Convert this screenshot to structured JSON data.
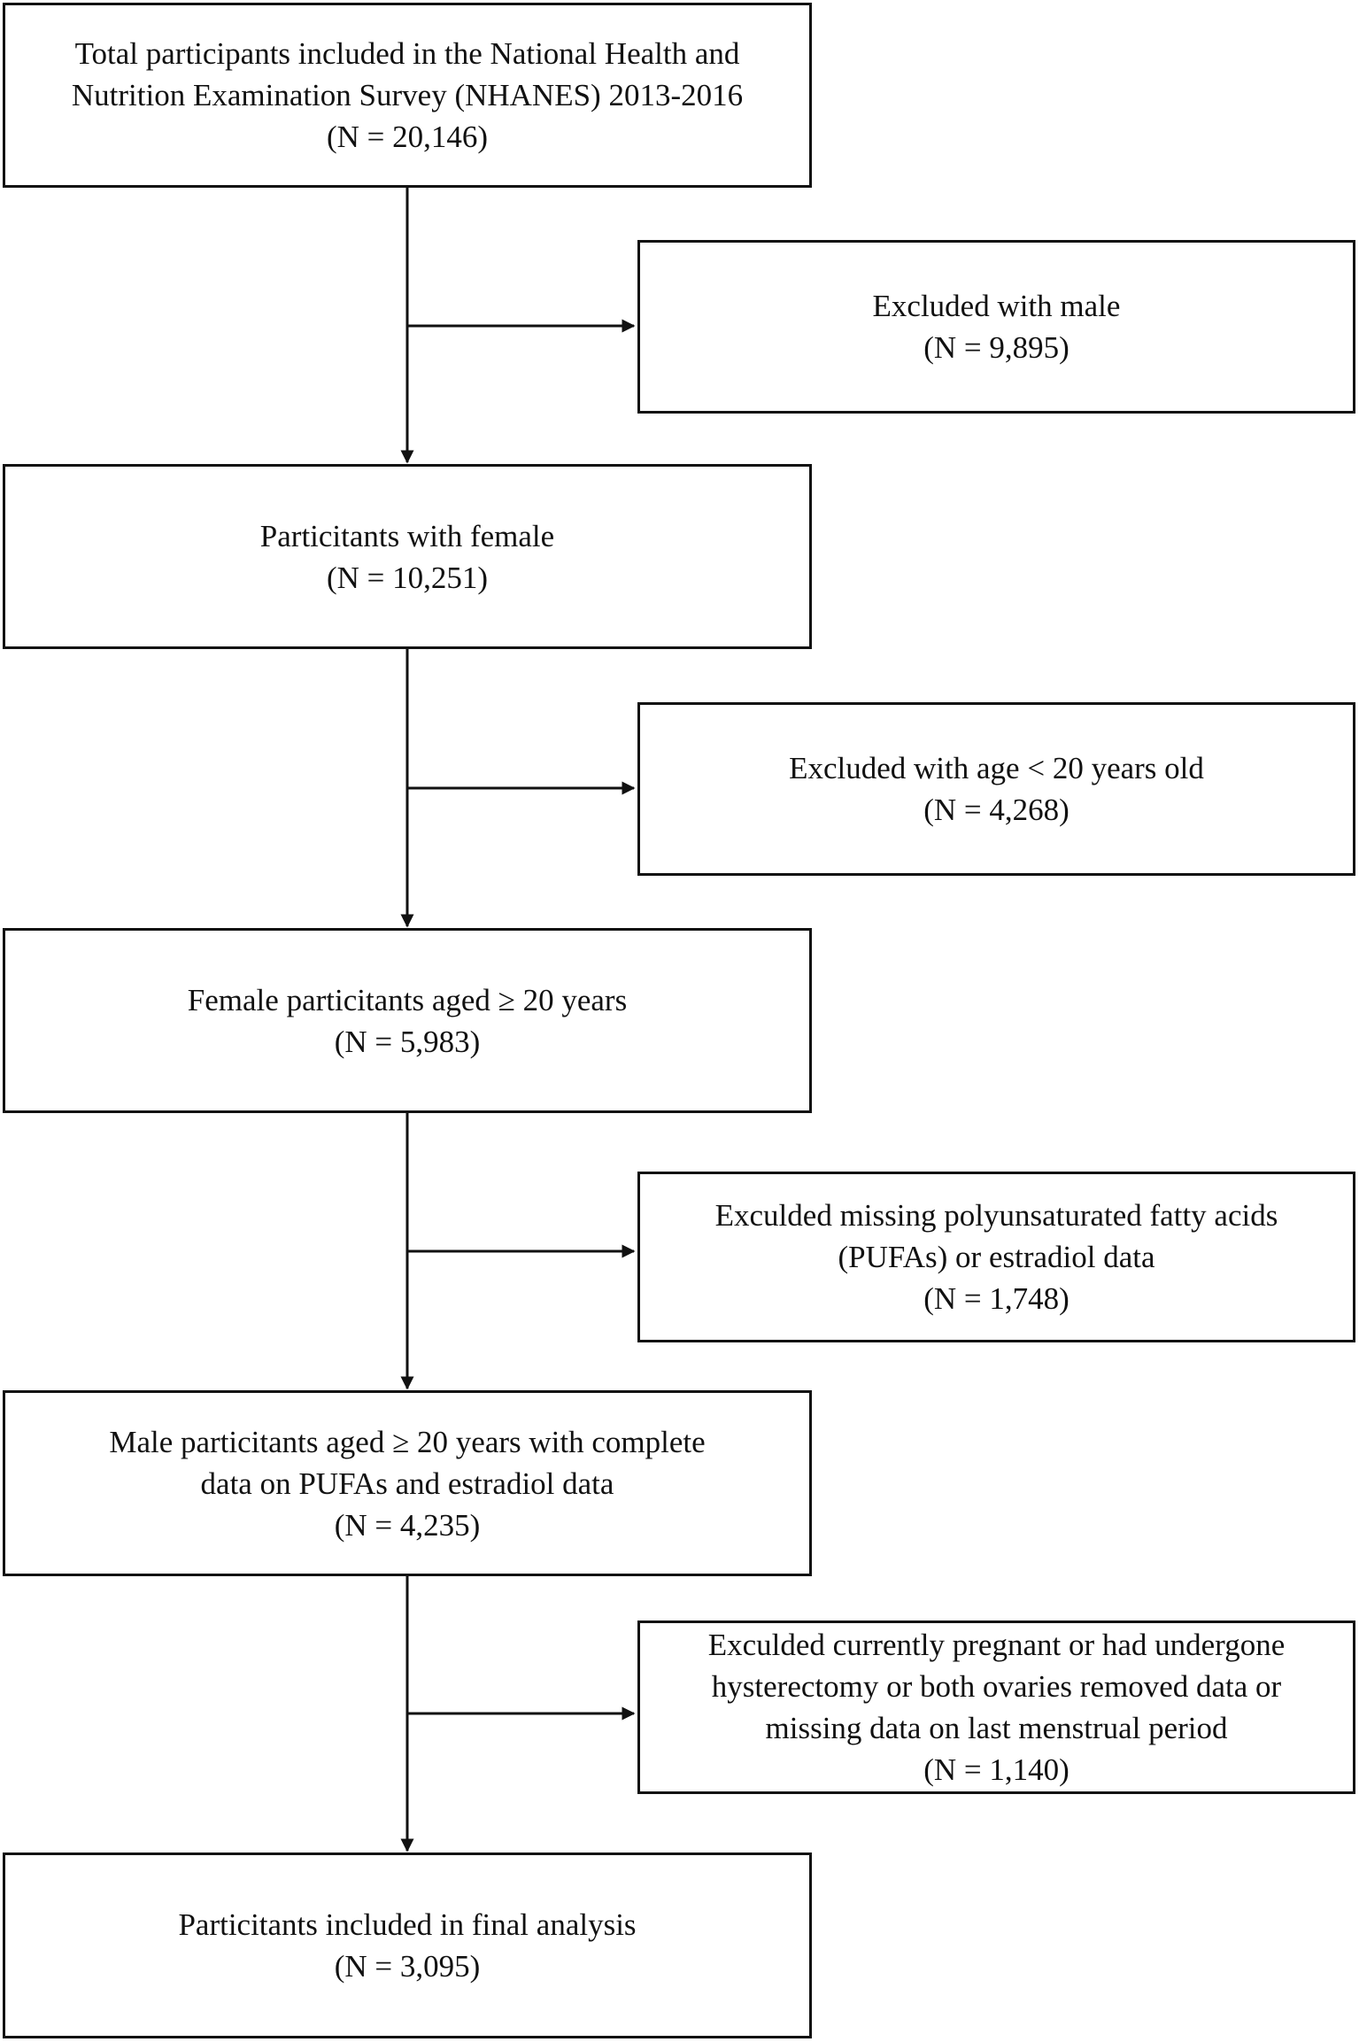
{
  "steps": [
    {
      "lines": [
        "Total participants included in the National Health and",
        "Nutrition Examination Survey (NHANES) 2013-2016"
      ],
      "count": "(N = 20,146)"
    },
    {
      "lines": [
        "Particitants with female"
      ],
      "count": "(N = 10,251)"
    },
    {
      "lines": [
        "Female particitants aged ≥ 20 years"
      ],
      "count": "(N = 5,983)"
    },
    {
      "lines": [
        "Male particitants aged ≥ 20 years with complete",
        "data on PUFAs and estradiol data"
      ],
      "count": "(N = 4,235)"
    },
    {
      "lines": [
        "Particitants included in final analysis"
      ],
      "count": "(N = 3,095)"
    }
  ],
  "exclusions": [
    {
      "lines": [
        "Excluded with male"
      ],
      "count": "(N = 9,895)"
    },
    {
      "lines": [
        "Excluded with age < 20 years old"
      ],
      "count": "(N = 4,268)"
    },
    {
      "lines": [
        "Exculded missing polyunsaturated fatty acids",
        "(PUFAs) or estradiol data"
      ],
      "count": "(N = 1,748)"
    },
    {
      "lines": [
        "Exculded currently pregnant or had undergone",
        "hysterectomy or both ovaries removed data or",
        "missing data on last menstrual period"
      ],
      "count": "(N = 1,140)"
    }
  ]
}
